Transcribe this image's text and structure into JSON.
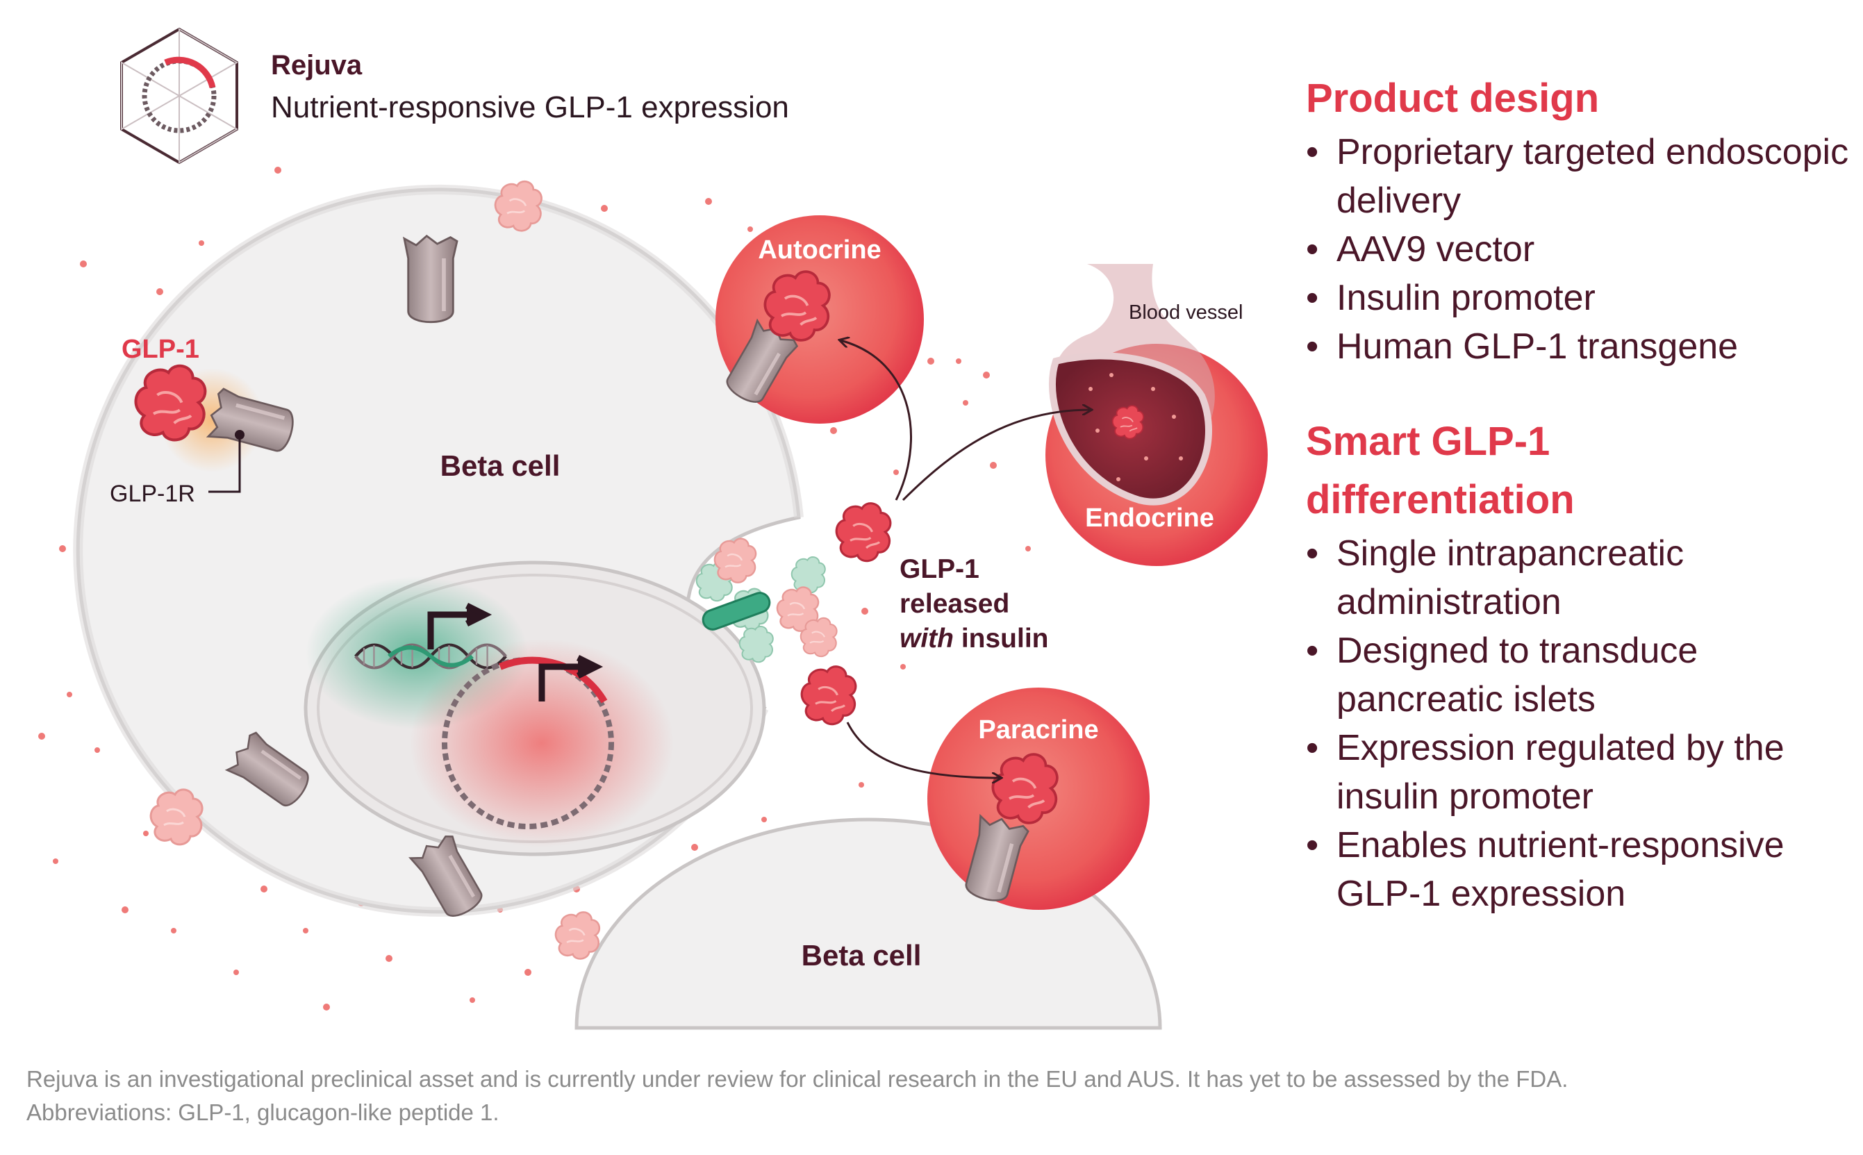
{
  "header": {
    "title": "Rejuva",
    "subtitle": "Nutrient-responsive GLP-1 expression"
  },
  "diagram": {
    "beta_cell_main": "Beta cell",
    "beta_cell_lower": "Beta cell",
    "glp1_label": "GLP-1",
    "glp1r_label": "GLP-1R",
    "autocrine": "Autocrine",
    "endocrine": "Endocrine",
    "paracrine": "Paracrine",
    "blood_vessel": "Blood vessel",
    "release_line1": "GLP-1",
    "release_line2": "released",
    "release_with": "with",
    "release_insulin": " insulin"
  },
  "panel": {
    "product_design_title": "Product design",
    "product_design_items": [
      "Proprietary targeted endoscopic delivery",
      "AAV9 vector",
      "Insulin promoter",
      "Human GLP-1 transgene"
    ],
    "smart_title_line1": "Smart GLP-1",
    "smart_title_line2": "differentiation",
    "smart_items": [
      "Single intrapancreatic administration",
      "Designed to transduce pancreatic islets",
      "Expression regulated by the insulin promoter",
      "Enables nutrient-responsive GLP-1 expression"
    ]
  },
  "footnote": {
    "line1": "Rejuva is an investigational preclinical asset and is currently under review for clinical research in the EU and AUS. It has yet to be assessed by the FDA.",
    "line2": " Abbreviations: GLP-1, glucagon-like peptide 1."
  },
  "colors": {
    "accent_red": "#e0394a",
    "dark_maroon": "#4a1628",
    "cell_fill": "#f1f0f0",
    "cell_stroke": "#c9c5c5",
    "footnote_gray": "#8b8b8b",
    "green": "#3daa84"
  },
  "icons": [
    "capsid-logo-icon",
    "dna-helix-icon",
    "promoter-arrow-icon",
    "glp1-peptide-icon",
    "glp1-receptor-icon"
  ]
}
